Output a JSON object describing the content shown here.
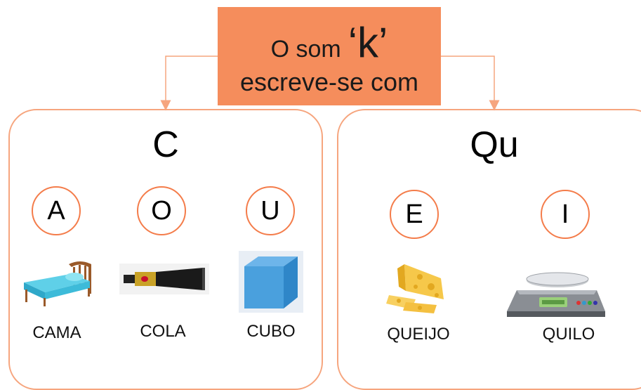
{
  "title": {
    "line1_prefix": "O som",
    "line1_sound": "‘k’",
    "line2": "escreve-se com"
  },
  "groups": [
    {
      "heading": "C",
      "vowels": [
        "A",
        "O",
        "U"
      ],
      "words": [
        "CAMA",
        "COLA",
        "CUBO"
      ],
      "pictures": [
        "bed-icon",
        "glue-tube-icon",
        "cube-icon"
      ]
    },
    {
      "heading": "Qu",
      "vowels": [
        "E",
        "I"
      ],
      "words": [
        "QUEIJO",
        "QUILO"
      ],
      "pictures": [
        "cheese-icon",
        "scale-icon"
      ]
    }
  ],
  "colors": {
    "title_box": "#f58d5c",
    "panel_border": "#f6a57e",
    "circle_border": "#f47c4a",
    "connector": "#f6a57e"
  }
}
